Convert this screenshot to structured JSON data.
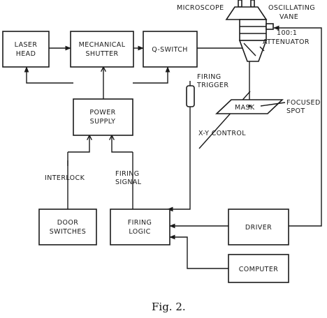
{
  "diagram": {
    "blocks": {
      "laser_head": [
        "LASER",
        "HEAD"
      ],
      "mechanical_shutter": [
        "MECHANICAL",
        "SHUTTER"
      ],
      "q_switch": [
        "Q-SWITCH"
      ],
      "power_supply": [
        "POWER",
        "SUPPLY"
      ],
      "door_switches": [
        "DOOR",
        "SWITCHES"
      ],
      "firing_logic": [
        "FIRING",
        "LOGIC"
      ],
      "driver": [
        "DRIVER"
      ],
      "computer": [
        "COMPUTER"
      ],
      "mask": [
        "MASK"
      ]
    },
    "labels": {
      "microscope": "MICROSCOPE",
      "oscillating_vane": [
        "OSCILLATING",
        "VANE"
      ],
      "attenuator": [
        "100:1",
        "ATTENUATOR"
      ],
      "firing_trigger": [
        "FIRING",
        "TRIGGER"
      ],
      "focused_spot": [
        "FOCUSED",
        "SPOT"
      ],
      "xy_control": "X-Y CONTROL",
      "interlock": "INTERLOCK",
      "firing_signal": [
        "FIRING",
        "SIGNAL"
      ]
    },
    "caption": "Fig. 2."
  }
}
